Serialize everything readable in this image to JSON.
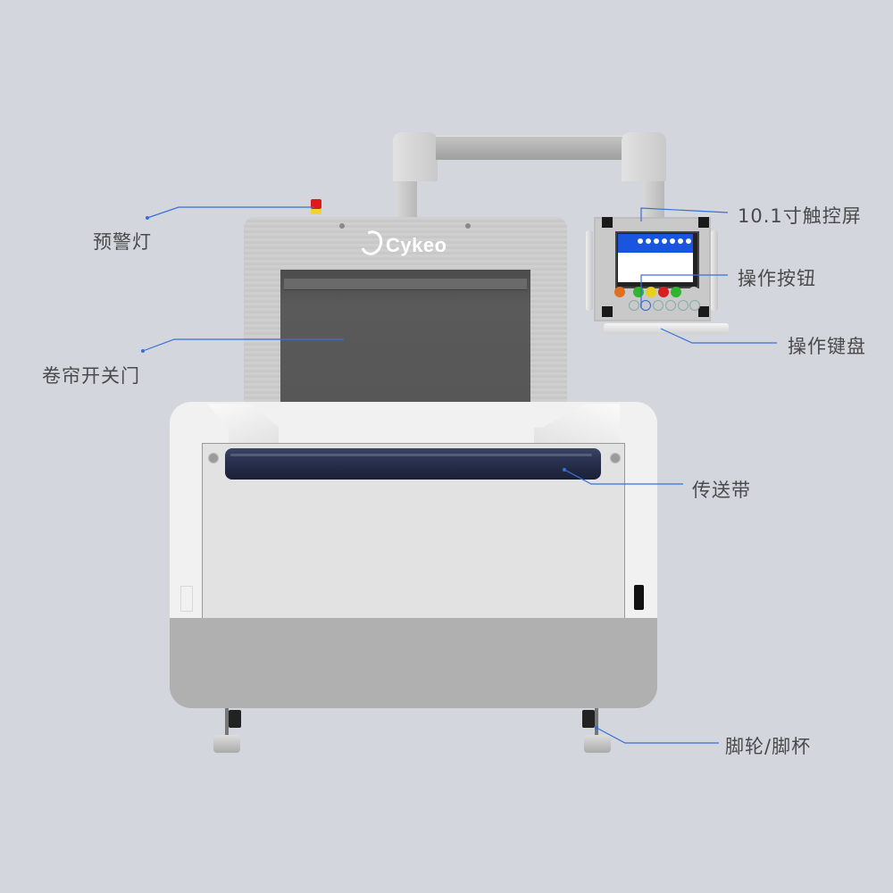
{
  "brand": {
    "logo_text": "Cykeo"
  },
  "callouts": {
    "warning_light": "预警灯",
    "roller_door": "卷帘开关门",
    "touch_screen": "10.1寸触控屏",
    "operation_buttons": "操作按钮",
    "operation_keyboard": "操作键盘",
    "conveyor_belt": "传送带",
    "casters_feet": "脚轮/脚杯"
  },
  "colors": {
    "background": "#d3d6dd",
    "callout_line": "#3a6fd8",
    "label_text": "#4a4a4a",
    "belt": "#27304e",
    "screen_header": "#1a55e0"
  },
  "control_panel": {
    "buttons_row1": [
      "#e07020",
      "#2fb52f",
      "#e8d020",
      "#d81e1e",
      "#2fb52f",
      "#c9c9c9"
    ],
    "buttons_row2_count": 6
  }
}
